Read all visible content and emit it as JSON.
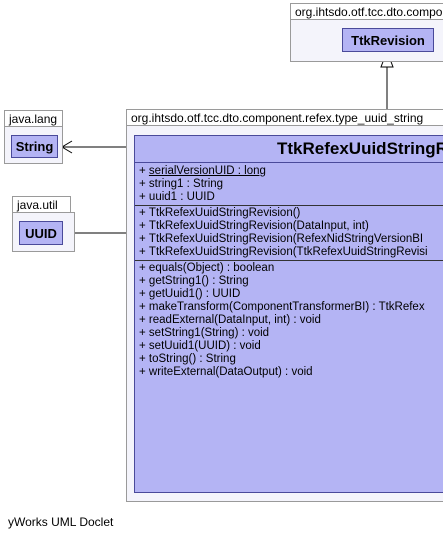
{
  "packages": {
    "dto": "org.ihtsdo.otf.tcc.dto.component",
    "lang": "java.lang",
    "util": "java.util",
    "main": "org.ihtsdo.otf.tcc.dto.component.refex.type_uuid_string"
  },
  "classes": {
    "ttk_revision": "TtkRevision",
    "string": "String",
    "uuid": "UUID"
  },
  "main_class": {
    "title": "TtkRefexUuidStringRevision",
    "fields": [
      {
        "vis": "+",
        "text": "serialVersionUID : long",
        "static": true
      },
      {
        "vis": "+",
        "text": "string1 : String",
        "static": false
      },
      {
        "vis": "+",
        "text": "uuid1 : UUID",
        "static": false
      }
    ],
    "constructors": [
      {
        "vis": "+",
        "text": "TtkRefexUuidStringRevision()"
      },
      {
        "vis": "+",
        "text": "TtkRefexUuidStringRevision(DataInput, int)"
      },
      {
        "vis": "+",
        "text": "TtkRefexUuidStringRevision(RefexNidStringVersionBI"
      },
      {
        "vis": "+",
        "text": "TtkRefexUuidStringRevision(TtkRefexUuidStringRevisi"
      }
    ],
    "methods": [
      {
        "vis": "+",
        "text": "equals(Object) : boolean"
      },
      {
        "vis": "+",
        "text": "getString1() : String"
      },
      {
        "vis": "+",
        "text": "getUuid1() : UUID"
      },
      {
        "vis": "+",
        "text": "makeTransform(ComponentTransformerBI) : TtkRefex"
      },
      {
        "vis": "+",
        "text": "readExternal(DataInput, int) : void"
      },
      {
        "vis": "+",
        "text": "setString1(String) : void"
      },
      {
        "vis": "+",
        "text": "setUuid1(UUID) : void"
      },
      {
        "vis": "+",
        "text": "toString() : String"
      },
      {
        "vis": "+",
        "text": "writeExternal(DataOutput) : void"
      }
    ]
  },
  "footer": "yWorks UML Doclet"
}
